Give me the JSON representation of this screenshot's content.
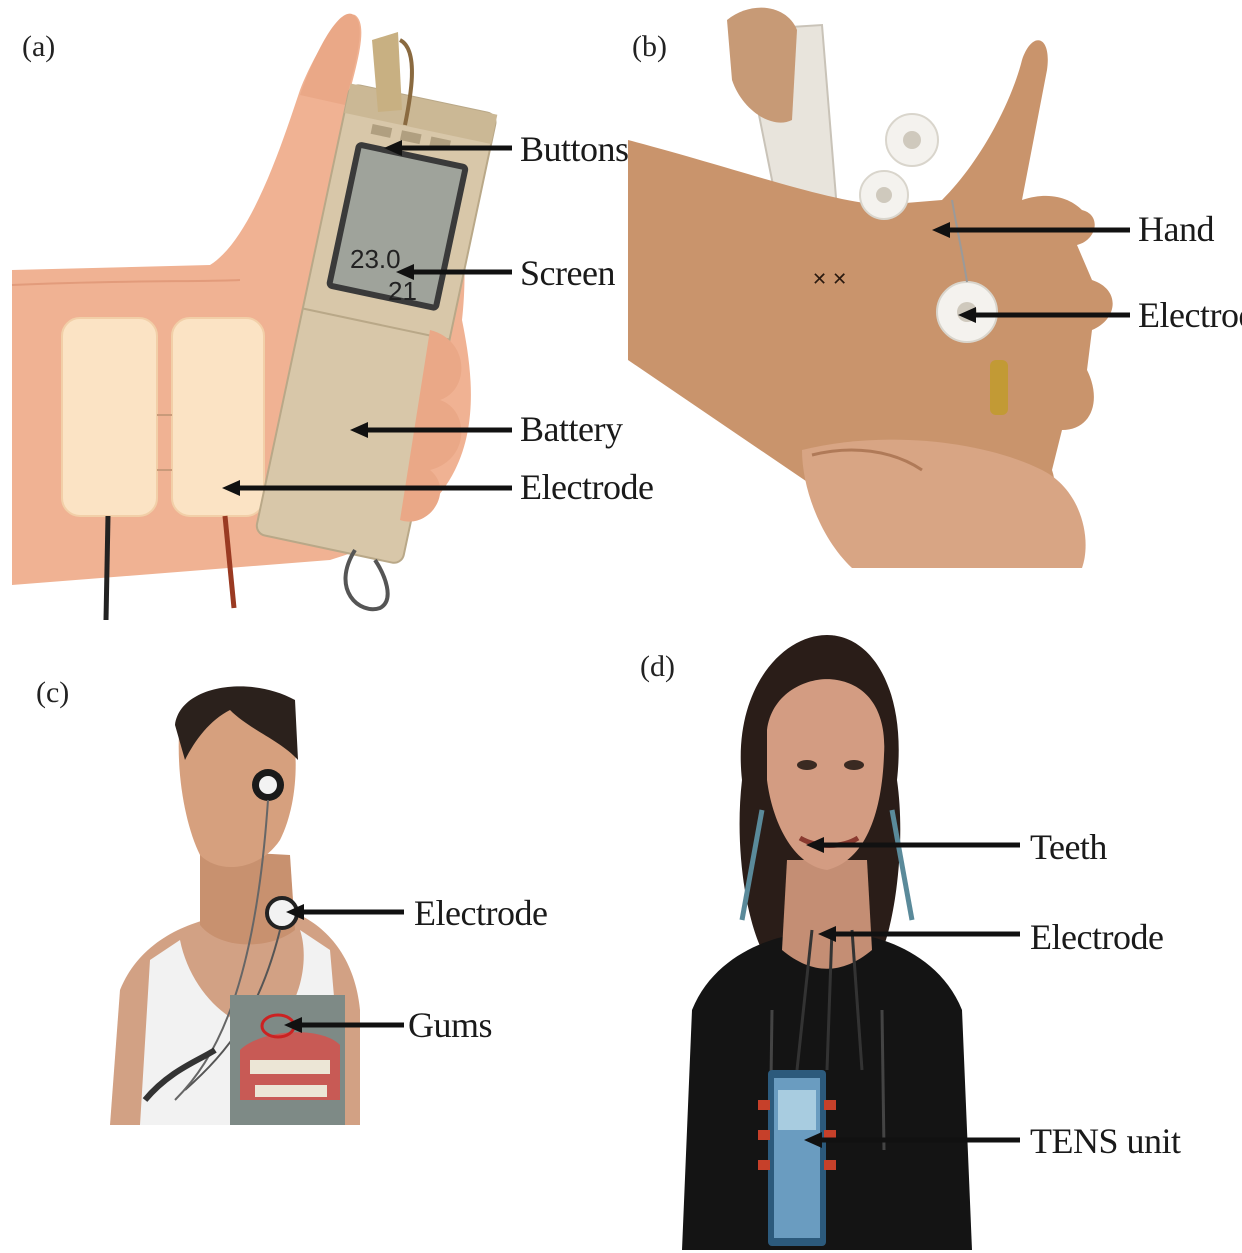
{
  "panels": {
    "a": {
      "letter": "(a)",
      "labels": {
        "buttons": "Buttons",
        "screen": "Screen",
        "battery": "Battery",
        "electrode": "Electrode"
      },
      "screen_readout": {
        "left": "23.0",
        "right": "21"
      }
    },
    "b": {
      "letter": "(b)",
      "labels": {
        "hand": "Hand",
        "electrode": "Electrode"
      }
    },
    "c": {
      "letter": "(c)",
      "labels": {
        "electrode": "Electrode",
        "gums": "Gums"
      }
    },
    "d": {
      "letter": "(d)",
      "labels": {
        "teeth": "Teeth",
        "electrode": "Electrode",
        "tens": "TENS unit"
      }
    }
  },
  "colors": {
    "skin_a": "#f0b293",
    "device": "#d8c7a9",
    "pad": "#fbe3c4",
    "skin_b": "#c9946c",
    "arrow": "#111111"
  }
}
